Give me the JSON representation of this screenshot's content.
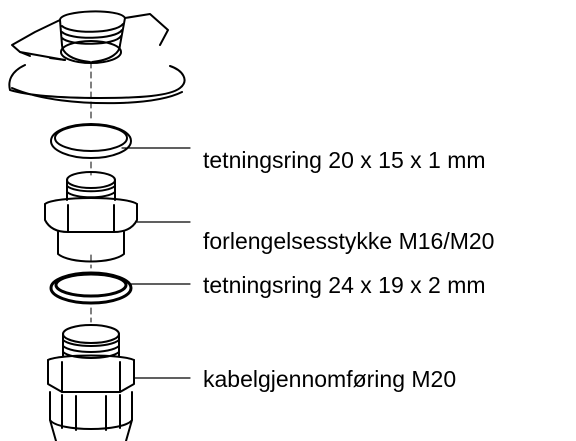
{
  "labels": {
    "sealing_ring_small": "tetningsring 20 x 15 x 1 mm",
    "extension_piece": "forlengelsesstykke M16/M20",
    "sealing_ring_large": "tetningsring 24 x 19 x 2 mm",
    "cable_gland": "kabelgjennomføring M20"
  },
  "colors": {
    "line": "#000000",
    "background": "#ffffff"
  }
}
